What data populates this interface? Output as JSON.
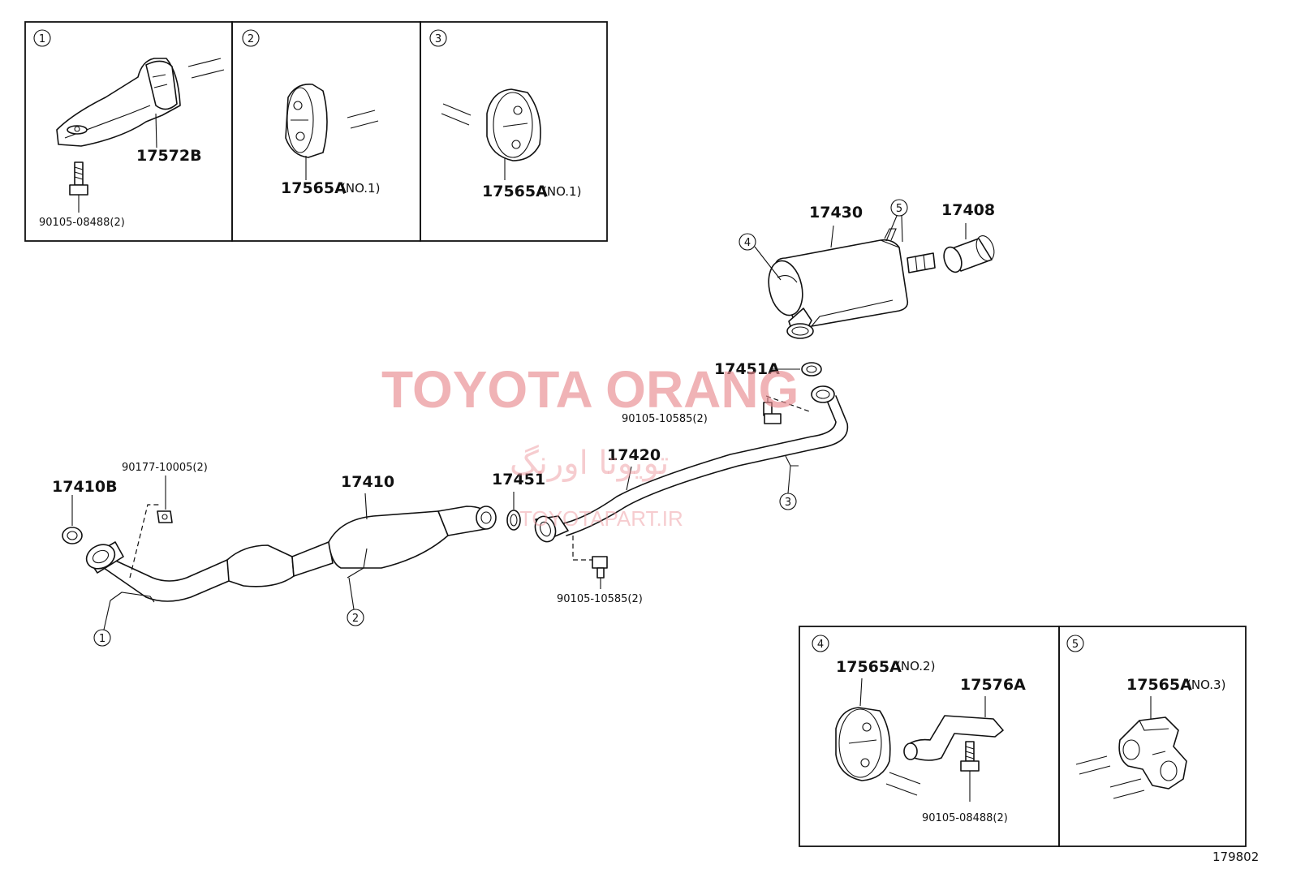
{
  "watermark": {
    "brand": "TOYOTA ORANG",
    "brand_fa": "تویوتا اورنگ",
    "site": "TOYOTAPART.IR"
  },
  "diagram_id": "179802",
  "callouts": {
    "c1": "1",
    "c2": "2",
    "c3": "3",
    "c4": "4",
    "c5": "5"
  },
  "detail_boxes": {
    "box1": {
      "number": "1",
      "part": "17572B",
      "bolt": "90105-08488(2)"
    },
    "box2": {
      "number": "2",
      "part": "17565A",
      "note": "(NO.1)"
    },
    "box3": {
      "number": "3",
      "part": "17565A",
      "note": "(NO.1)"
    },
    "box4": {
      "number": "4",
      "part_a": "17565A",
      "note_a": "(NO.2)",
      "part_b": "17576A",
      "bolt": "90105-08488(2)"
    },
    "box5": {
      "number": "5",
      "part": "17565A",
      "note": "(NO.3)"
    }
  },
  "parts": {
    "p17430": "17430",
    "p17408": "17408",
    "p17451A": "17451A",
    "bolt_upper": "90105-10585(2)",
    "p17420": "17420",
    "p17451": "17451",
    "bolt_lower": "90105-10585(2)",
    "p17410": "17410",
    "p17410B": "17410B",
    "nut": "90177-10005(2)"
  }
}
